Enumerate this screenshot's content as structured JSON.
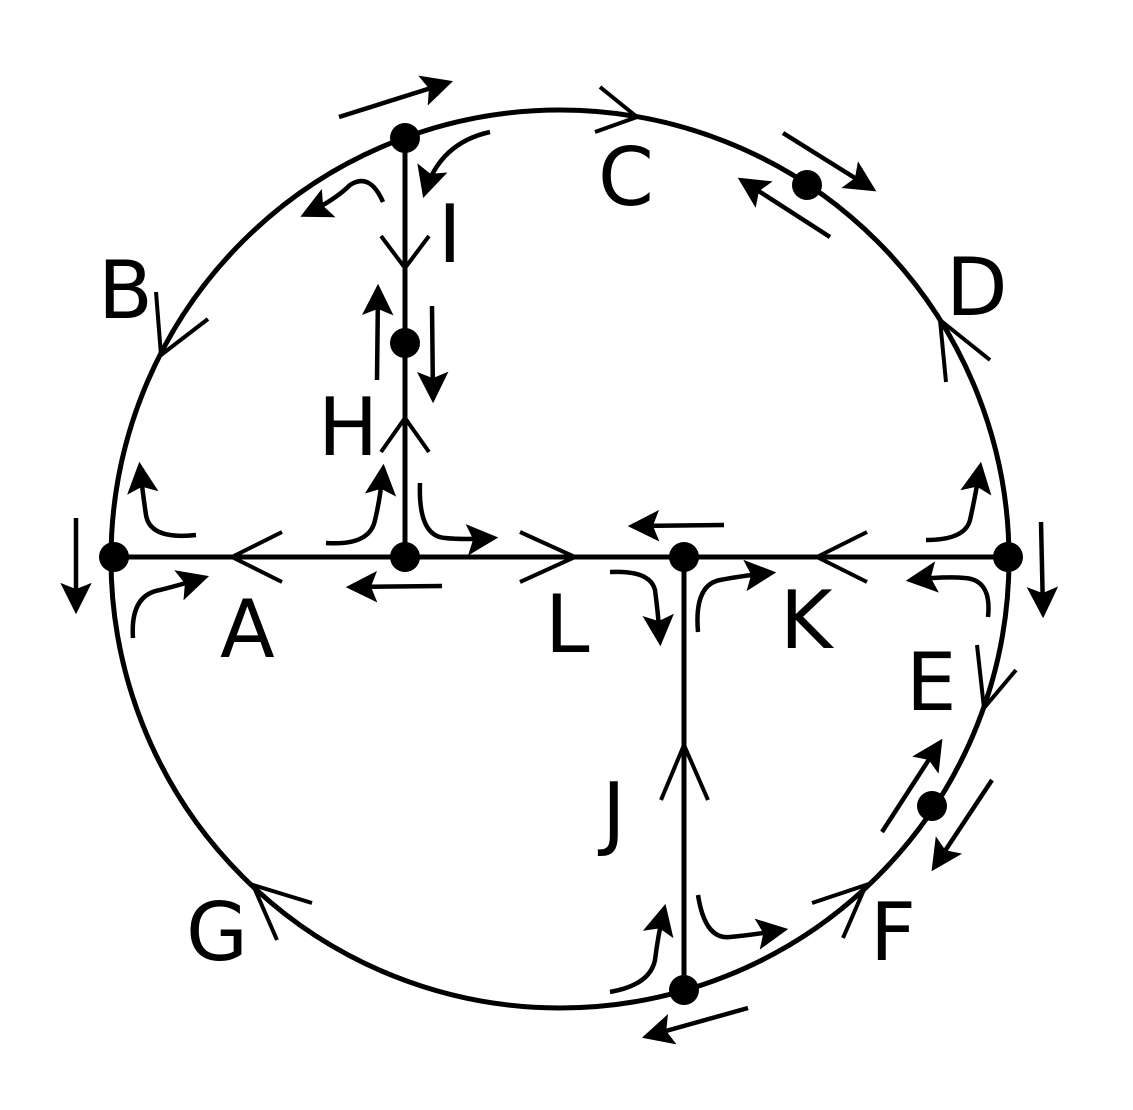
{
  "diagram": {
    "edge_labels": [
      {
        "id": "A",
        "text": "A"
      },
      {
        "id": "B",
        "text": "B"
      },
      {
        "id": "C",
        "text": "C"
      },
      {
        "id": "D",
        "text": "D"
      },
      {
        "id": "E",
        "text": "E"
      },
      {
        "id": "F",
        "text": "F"
      },
      {
        "id": "G",
        "text": "G"
      },
      {
        "id": "H",
        "text": "H"
      },
      {
        "id": "I",
        "text": "I"
      },
      {
        "id": "J",
        "text": "J"
      },
      {
        "id": "K",
        "text": "K"
      },
      {
        "id": "L",
        "text": "L"
      }
    ],
    "colors": {
      "ink": "#000000",
      "background": "#ffffff"
    }
  }
}
